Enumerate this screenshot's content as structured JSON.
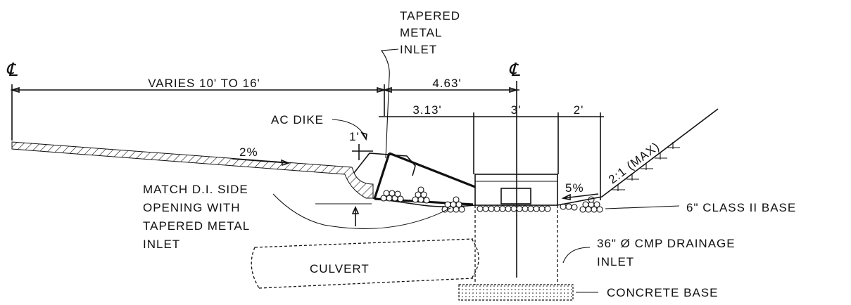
{
  "centerline_symbol": "℄",
  "labels": {
    "tapered_metal_inlet_top": [
      "TAPERED",
      "METAL",
      "INLET"
    ],
    "varies": "VARIES 10' TO 16'",
    "dim_463": "4.63'",
    "dim_313": "3.13'",
    "dim_3": "3'",
    "dim_2": "2'",
    "ac_dike": "AC DIKE",
    "dim_1": "1'",
    "slope_2pct": "2%",
    "slope_5pct": "5%",
    "slope_21": "2:1 (MAX)",
    "match_di": [
      "MATCH D.I. SIDE",
      "OPENING WITH",
      "TAPERED METAL",
      "INLET"
    ],
    "class_ii_base": "6\" CLASS II BASE",
    "cmp_inlet": [
      "36\" Ø CMP DRAINAGE",
      "INLET"
    ],
    "culvert": "CULVERT",
    "concrete_base": "CONCRETE BASE"
  }
}
